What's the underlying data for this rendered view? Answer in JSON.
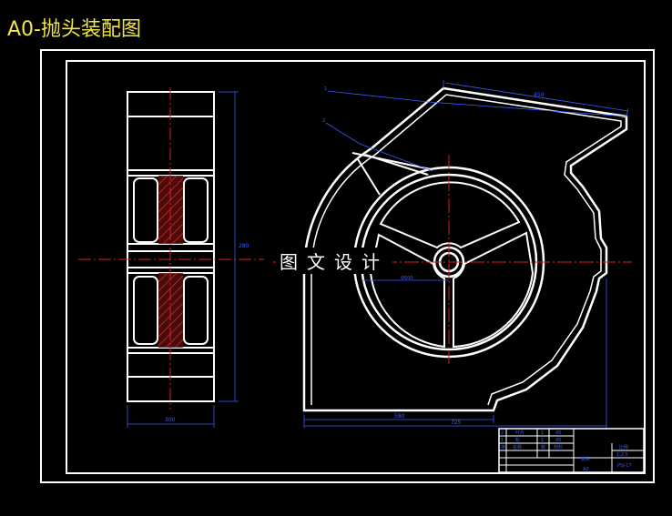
{
  "header": {
    "title": "A0-抛头装配图"
  },
  "watermark": {
    "text": "图文设计"
  },
  "dimensions": {
    "top_width": "450",
    "left_width": "300",
    "left_height": "280",
    "wheel_diameter": "Φ500",
    "bottom_inner": "580",
    "bottom_total": "725",
    "label_1": "1",
    "label_2": "2"
  },
  "title_block": {
    "rows": [
      {
        "no": "2",
        "name": "叶片",
        "qty": "1",
        "material": "45"
      },
      {
        "no": "1",
        "name": "轮",
        "qty": "1",
        "material": "45"
      },
      {
        "no": "序",
        "name": "名称",
        "qty": "数",
        "material": "材料"
      }
    ],
    "scale": "1:2.5",
    "drawing_name": "抛头",
    "drawing_code": "PSJ-17",
    "sheet": "A0",
    "mark": "比例"
  },
  "colors": {
    "title": "#f2e641",
    "outline": "#ffffff",
    "dimension": "#3b5cff",
    "center": "#e01e1e"
  }
}
